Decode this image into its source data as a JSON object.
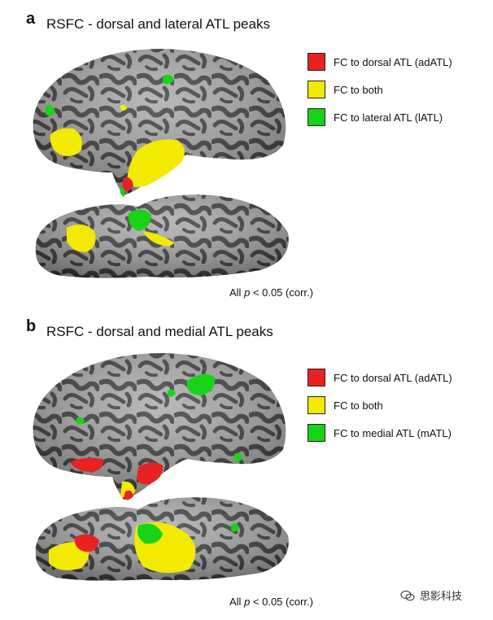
{
  "colors": {
    "red": "#e82222",
    "yellow": "#f2ea00",
    "green": "#19d319",
    "brain_light": "#a7a7a7",
    "brain_dark": "#3b3b3b"
  },
  "panel_a": {
    "letter": "a",
    "title": "RSFC - dorsal and lateral ATL peaks",
    "legend": [
      {
        "label": "FC to dorsal ATL (adATL)",
        "color": "#e82222"
      },
      {
        "label": "FC to both",
        "color": "#f2ea00"
      },
      {
        "label": "FC to lateral ATL (lATL)",
        "color": "#19d319"
      }
    ],
    "stat_prefix": "All ",
    "stat_p": "p",
    "stat_suffix": " < 0.05 (corr.)"
  },
  "panel_b": {
    "letter": "b",
    "title": "RSFC - dorsal and medial ATL peaks",
    "legend": [
      {
        "label": "FC to dorsal ATL (adATL)",
        "color": "#e82222"
      },
      {
        "label": "FC to both",
        "color": "#f2ea00"
      },
      {
        "label": "FC to medial ATL (mATL)",
        "color": "#19d319"
      }
    ],
    "stat_prefix": "All ",
    "stat_p": "p",
    "stat_suffix": " < 0.05 (corr.)"
  },
  "watermark": {
    "text": "思影科技",
    "icon": "wechat-icon"
  }
}
